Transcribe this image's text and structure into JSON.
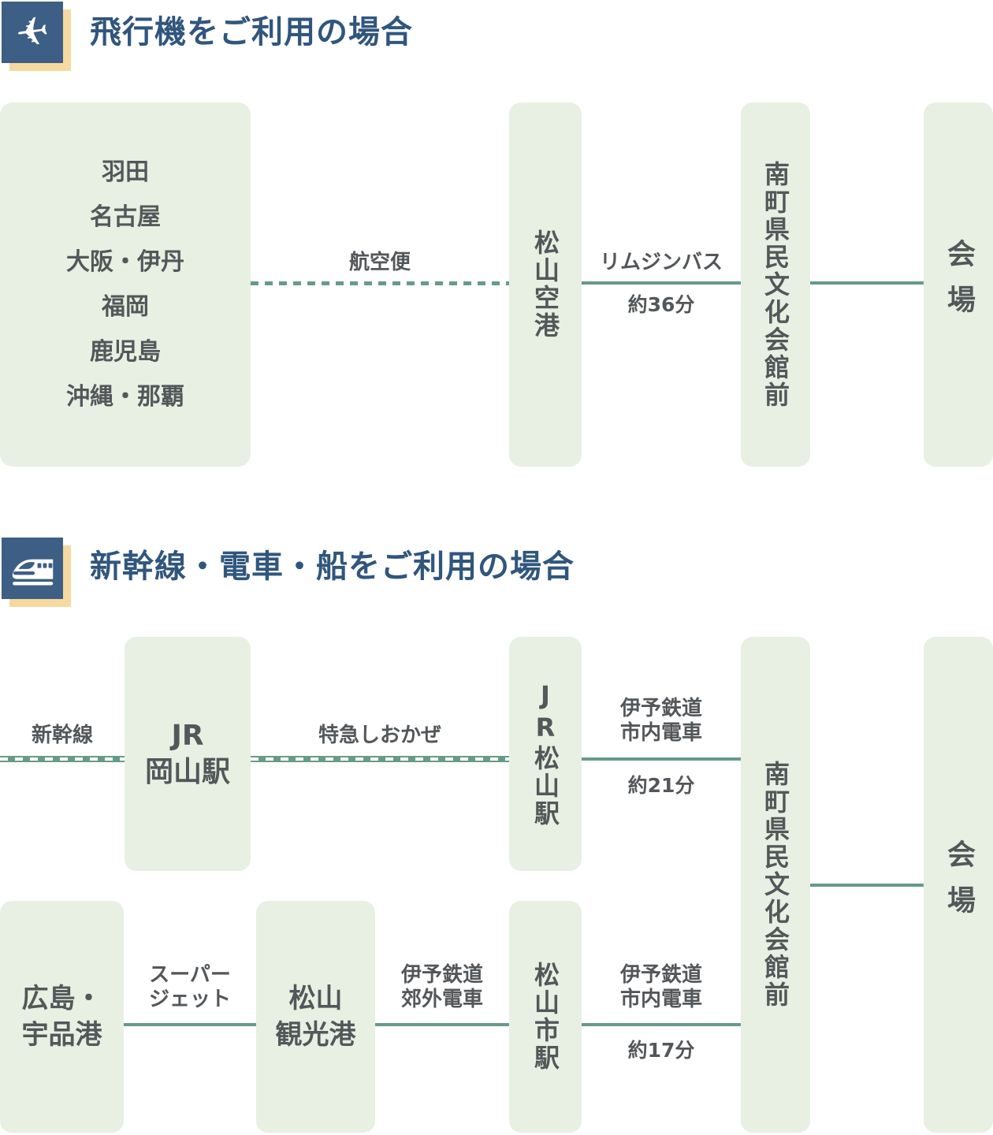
{
  "colors": {
    "accent_teal": "#679b86",
    "box_green": "#e7f0e2",
    "text_gray": "#54575a",
    "heading_blue": "#30567d",
    "icon_bg_blue": "#3d5e85",
    "icon_shadow_cream": "#f7d89f"
  },
  "icons": {
    "s1": "plane-takeoff-icon",
    "s2": "shinkansen-icon"
  },
  "s1": {
    "title": "飛行機をご利用の場合",
    "origins": [
      "羽田",
      "名古屋",
      "大阪・伊丹",
      "福岡",
      "鹿児島",
      "沖縄・那覇"
    ],
    "airport": "松山空港",
    "hall": "南町県民文化会館前",
    "venue": "会場",
    "air_label": "航空便",
    "bus_label": "リムジンバス",
    "bus_time": "約36分"
  },
  "s2": {
    "title": "新幹線・電車・船をご利用の場合",
    "okayama": [
      "JR",
      "岡山駅"
    ],
    "shinkansen_label": "新幹線",
    "tokkyu_label": "特急しおかぜ",
    "jr_matsuyama": "JR松山駅",
    "tram21": [
      "伊予鉄道",
      "市内電車"
    ],
    "tram21_time": "約21分",
    "hall": "南町県民文化会館前",
    "venue": "会場",
    "hiroshima": [
      "広島・",
      "宇品港"
    ],
    "superjet": [
      "スーパー",
      "ジェット"
    ],
    "kanko": [
      "松山",
      "観光港"
    ],
    "kogai": [
      "伊予鉄道",
      "郊外電車"
    ],
    "matsuyamashi": "松山市駅",
    "tram17": [
      "伊予鉄道",
      "市内電車"
    ],
    "tram17_time": "約17分"
  }
}
